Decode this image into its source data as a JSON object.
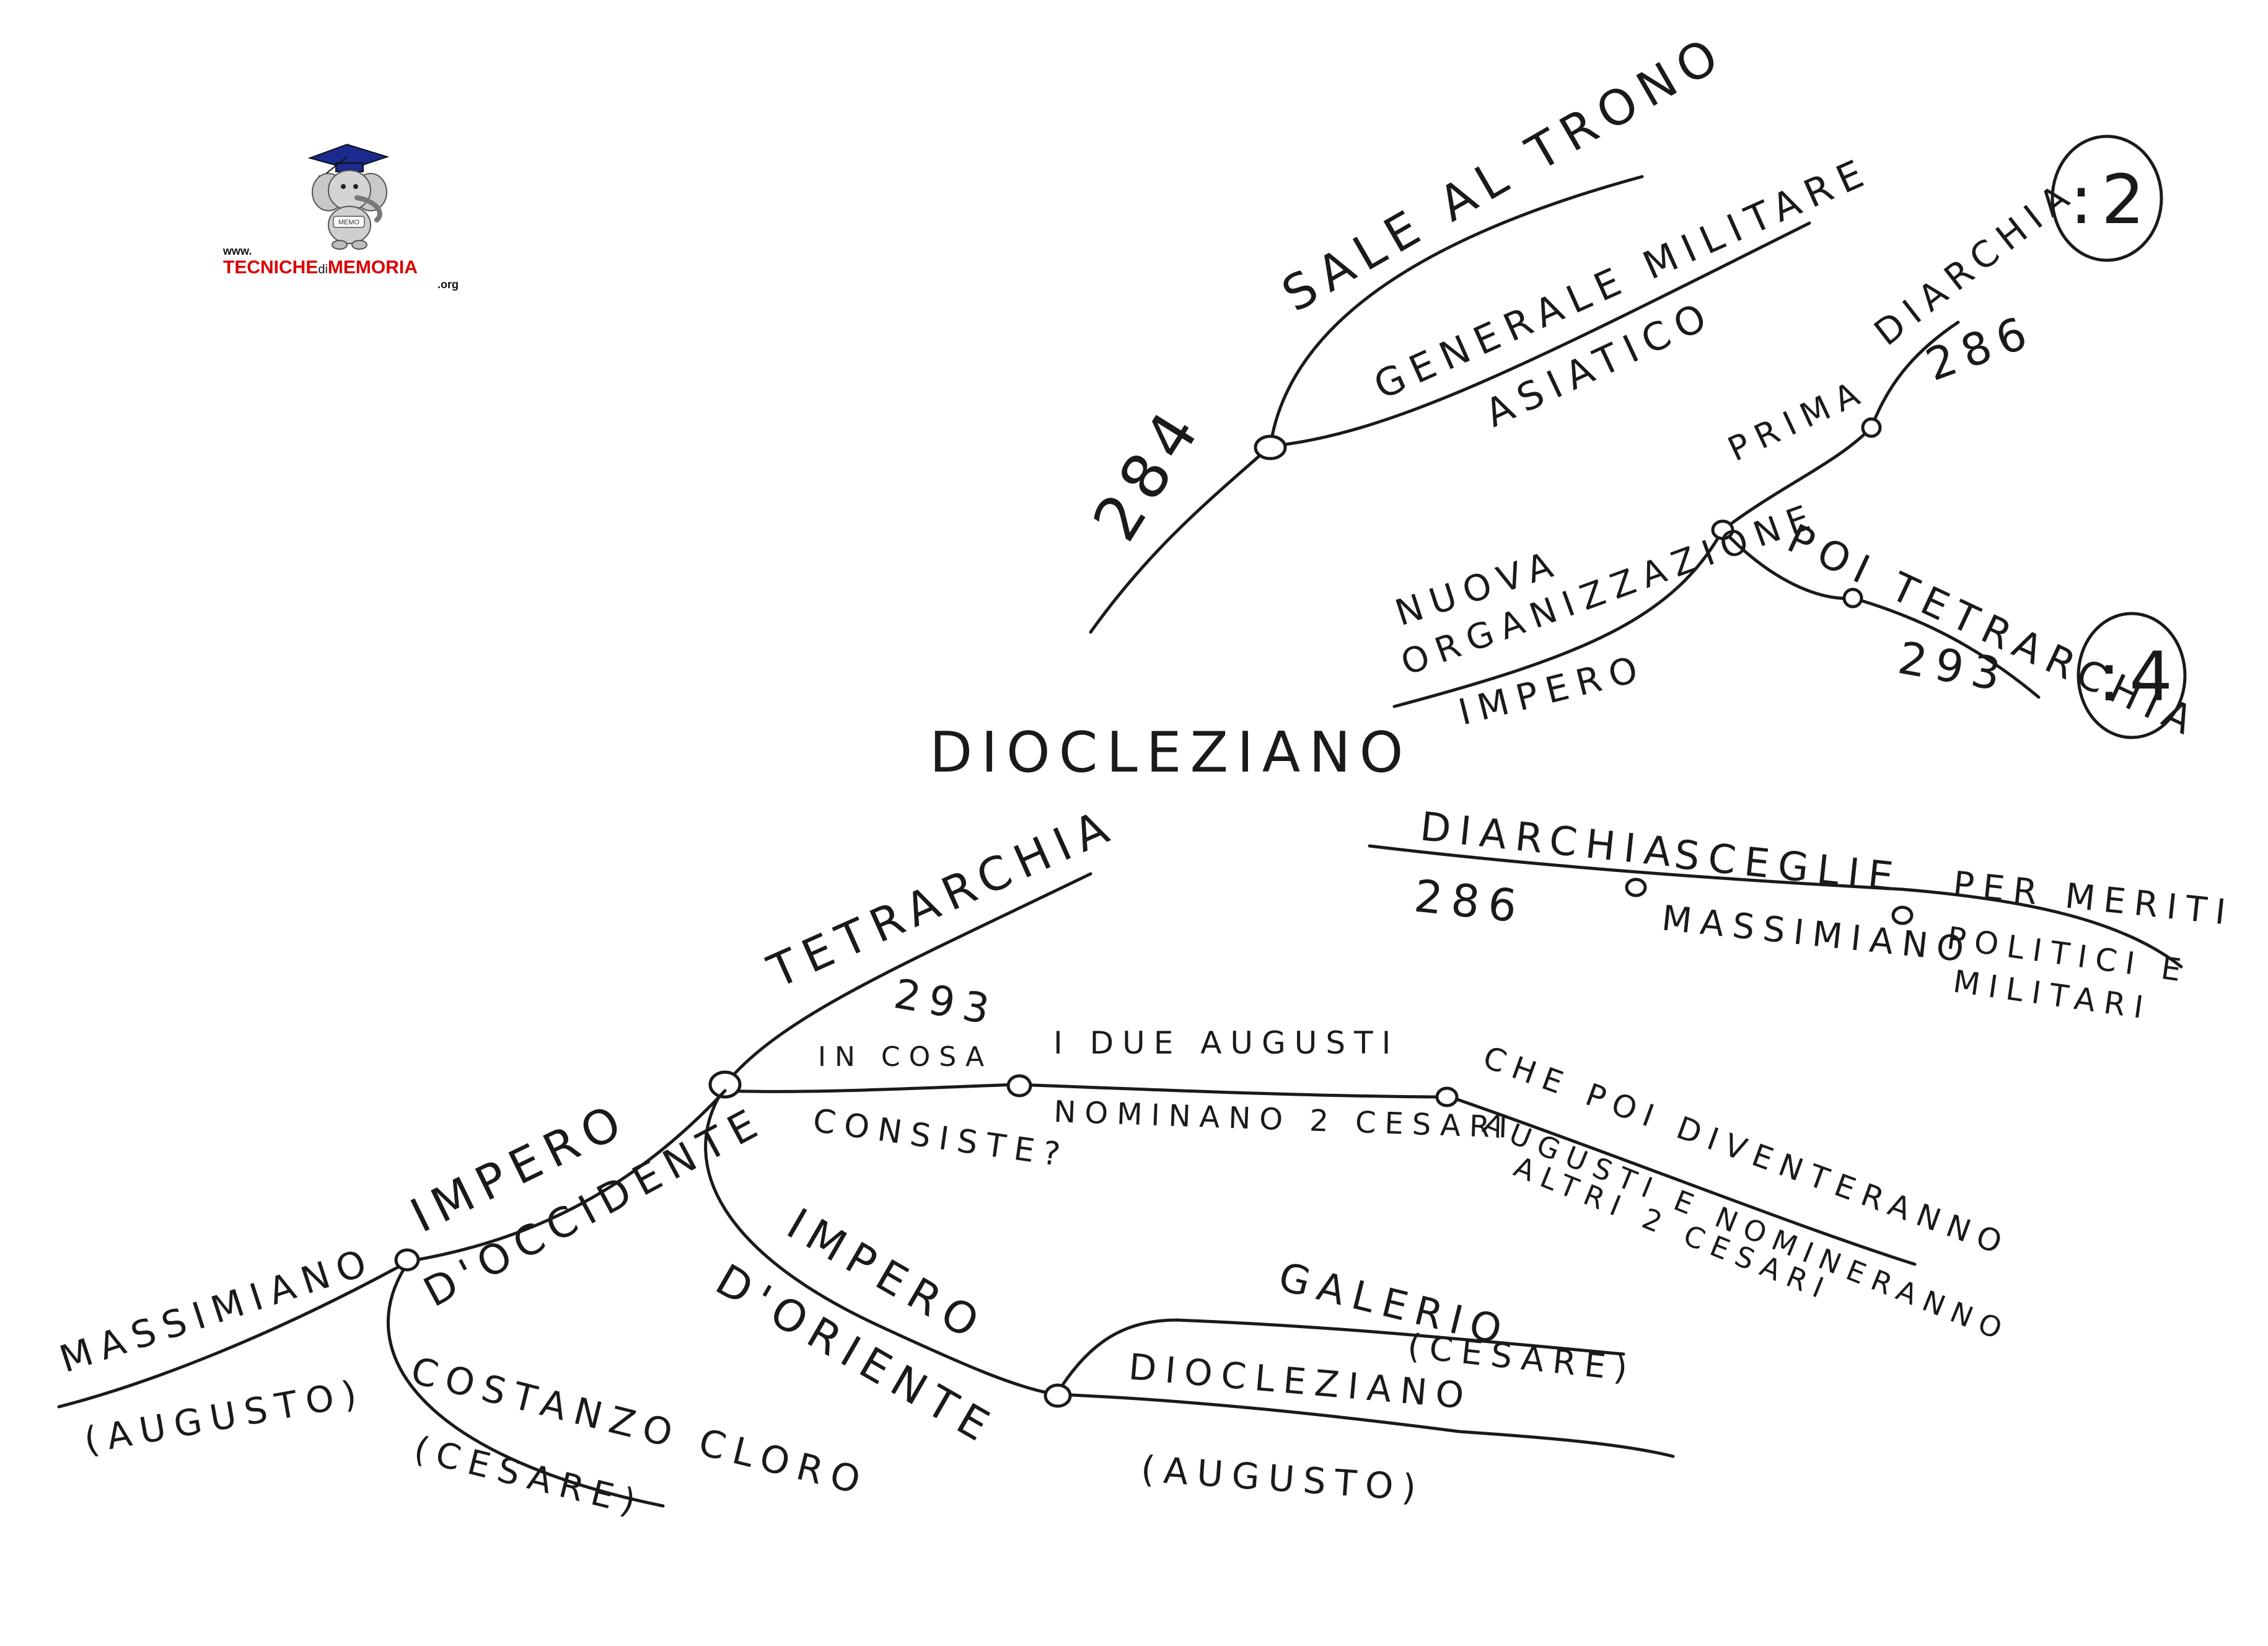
{
  "logo": {
    "www": "www.",
    "name_part1": "TECNICHE",
    "name_di": "di",
    "name_part2": "MEMORIA",
    "org": ".org",
    "mascot_badge": "MEMO",
    "icon": "elephant-graduate-icon"
  },
  "center": {
    "label": "DIOCLEZIANO"
  },
  "branch_284": {
    "year": "284",
    "sale_al_trono": "SALE AL TRONO",
    "generale_militare": "GENERALE MILITARE",
    "asiatico": "ASIATICO"
  },
  "branch_organizzazione": {
    "line1": "NUOVA",
    "line2": "ORGANIZZAZIONE",
    "line3": "IMPERO",
    "prima": "PRIMA",
    "diarchia": "DIARCHIA",
    "year_286": "286",
    "badge_diarchia": ":2",
    "poi_tetrarchia": "POI TETRARCHIA",
    "year_293": "293",
    "badge_tetrarchia": ":4"
  },
  "branch_diarchia": {
    "diarchia": "DIARCHIA",
    "sceglie": "SCEGLIE",
    "year": "286",
    "massimiano": "MASSIMIANO",
    "per_meriti": "PER MERITI",
    "politici_e": "POLITICI E",
    "militari": "MILITARI"
  },
  "branch_tetrarchia": {
    "title": "TETRARCHIA",
    "year": "293",
    "in_cosa": "IN COSA",
    "consiste": "CONSISTE?",
    "i_due_augusti": "I DUE AUGUSTI",
    "nominano": "NOMINANO 2 CESARI",
    "che_poi": "CHE POI DIVENTERANNO",
    "augusti_e": "AUGUSTI E NOMINERANNO",
    "altri_2": "ALTRI 2 CESARI",
    "impero_occidente_1": "IMPERO",
    "impero_occidente_2": "D'OCCIDENTE",
    "massimiano": "MASSIMIANO",
    "augusto_1": "(AUGUSTO)",
    "costanzo": "COSTANZO CLORO",
    "cesare_1": "(CESARE)",
    "impero_oriente_1": "IMPERO",
    "impero_oriente_2": "D'ORIENTE",
    "galerio": "GALERIO",
    "cesare_2": "(CESARE)",
    "diocleziano": "DIOCLEZIANO",
    "augusto_2": "(AUGUSTO)"
  }
}
